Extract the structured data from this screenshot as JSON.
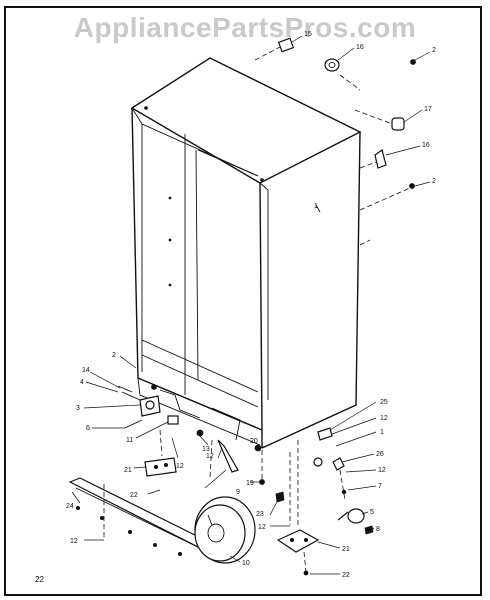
{
  "watermark": "AppliancePartsPros.com",
  "page_number": "22",
  "callouts": {
    "c15": "15",
    "c16a": "16",
    "c2a": "2",
    "c17": "17",
    "c16b": "16",
    "c2b": "2",
    "c1a": "1",
    "c2c": "2",
    "c14": "14",
    "c4": "4",
    "c3": "3",
    "c6": "6",
    "c11": "11",
    "c13": "13",
    "c12a": "12",
    "c21a": "21",
    "c22a": "22",
    "c24": "24",
    "c12b": "12",
    "c9": "9",
    "c12c": "12",
    "c20": "20",
    "c19": "19",
    "c23": "23",
    "c12d": "12",
    "c10": "10",
    "c25": "25",
    "c12e": "12",
    "c1b": "1",
    "c26": "26",
    "c12f": "12",
    "c7": "7",
    "c5": "5",
    "c8": "8",
    "c21b": "21",
    "c22b": "22"
  }
}
